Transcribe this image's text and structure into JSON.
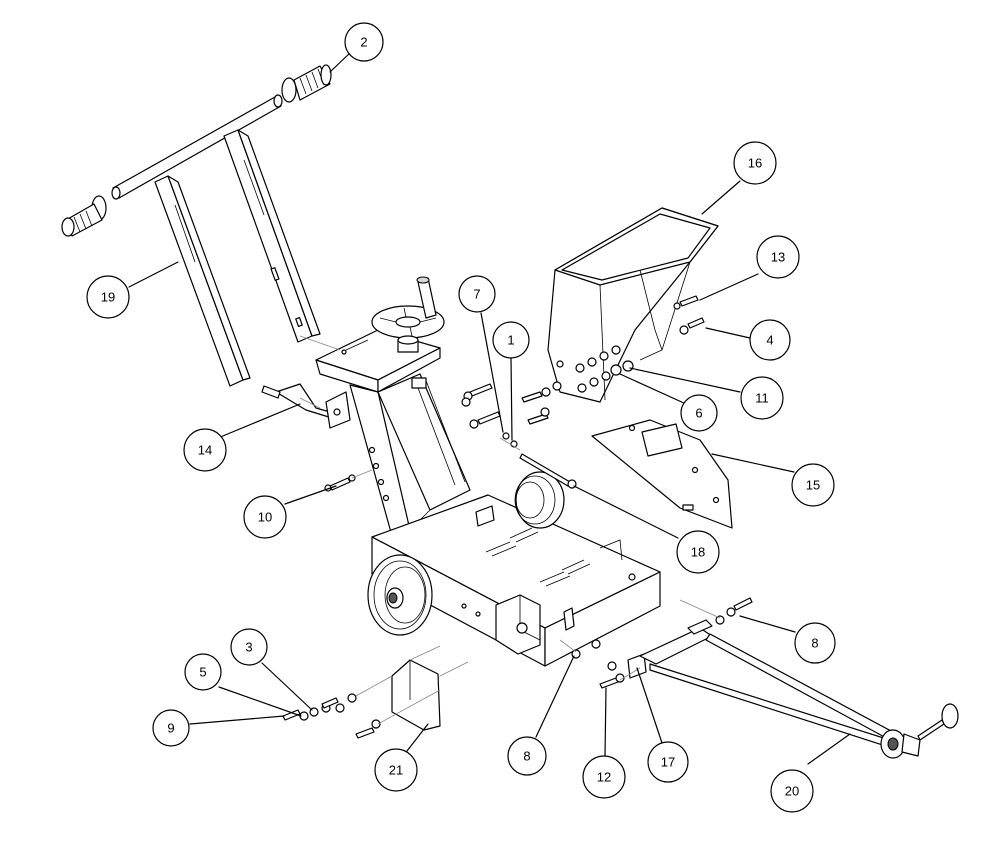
{
  "diagram": {
    "style": {
      "line_color": "#000000",
      "background": "#ffffff"
    },
    "callouts": [
      {
        "id": "c2",
        "label": "2"
      },
      {
        "id": "c16",
        "label": "16"
      },
      {
        "id": "c13",
        "label": "13"
      },
      {
        "id": "c19",
        "label": "19"
      },
      {
        "id": "c7",
        "label": "7"
      },
      {
        "id": "c1",
        "label": "1"
      },
      {
        "id": "c4",
        "label": "4"
      },
      {
        "id": "c11",
        "label": "11"
      },
      {
        "id": "c6",
        "label": "6"
      },
      {
        "id": "c14",
        "label": "14"
      },
      {
        "id": "c15",
        "label": "15"
      },
      {
        "id": "c10",
        "label": "10"
      },
      {
        "id": "c18",
        "label": "18"
      },
      {
        "id": "c8a",
        "label": "8"
      },
      {
        "id": "c3",
        "label": "3"
      },
      {
        "id": "c5",
        "label": "5"
      },
      {
        "id": "c9",
        "label": "9"
      },
      {
        "id": "c21",
        "label": "21"
      },
      {
        "id": "c8b",
        "label": "8"
      },
      {
        "id": "c12",
        "label": "12"
      },
      {
        "id": "c17",
        "label": "17"
      },
      {
        "id": "c20",
        "label": "20"
      }
    ]
  }
}
